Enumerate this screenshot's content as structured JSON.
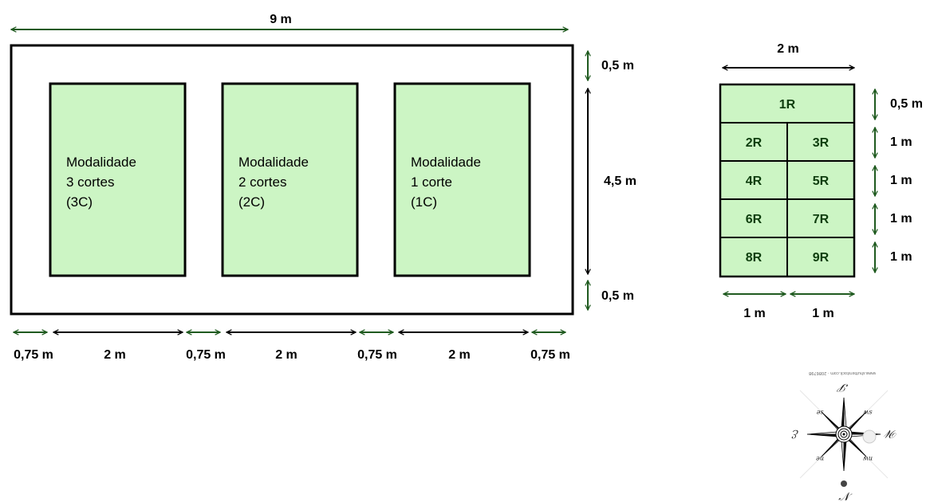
{
  "field": {
    "total_width_label": "9 m",
    "top_border_label": "0,5 m",
    "plot_height_label": "4,5 m",
    "bottom_border_label": "0,5 m",
    "plots": [
      {
        "lines": [
          "Modalidade",
          "3 cortes",
          "(3C)"
        ]
      },
      {
        "lines": [
          "Modalidade",
          "2 cortes",
          "(2C)"
        ]
      },
      {
        "lines": [
          "Modalidade",
          "1 corte",
          "(1C)"
        ]
      }
    ],
    "bottom_dims": [
      "0,75 m",
      "2 m",
      "0,75 m",
      "2 m",
      "0,75 m",
      "2 m",
      "0,75 m"
    ]
  },
  "detail": {
    "width_label": "2 m",
    "top_cell": "1R",
    "cells": [
      [
        "2R",
        "3R"
      ],
      [
        "4R",
        "5R"
      ],
      [
        "6R",
        "7R"
      ],
      [
        "8R",
        "9R"
      ]
    ],
    "row_labels": [
      "0,5 m",
      "1 m",
      "1 m",
      "1 m",
      "1 m"
    ],
    "col_labels": [
      "1 m",
      "1 m"
    ]
  },
  "compass": {
    "main": {
      "N": "𝒩",
      "S": "𝒮",
      "E": "ℰ",
      "W": "𝒲"
    },
    "inter": {
      "NE": "ne",
      "NW": "nw",
      "SE": "se",
      "SW": "sw"
    },
    "footer": "www.shutterstock.com · 2086798"
  },
  "colors": {
    "plot_fill": "#ccf5c4",
    "arrow_green": "#1f5a1f",
    "cell_text": "#0d3d0d"
  }
}
